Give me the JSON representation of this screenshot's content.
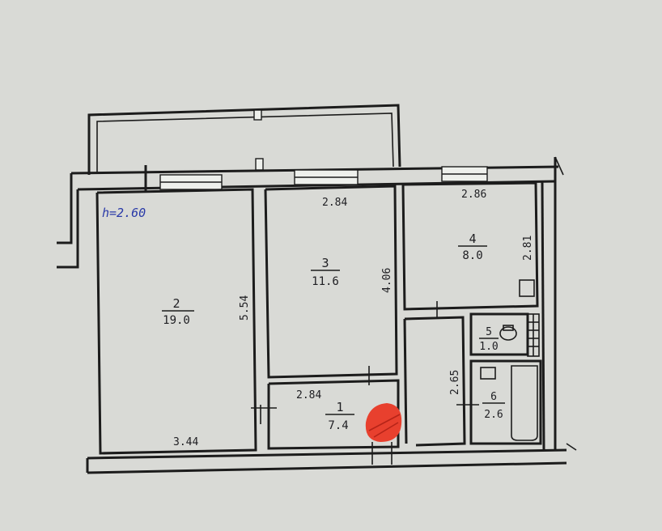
{
  "ceiling_height": "h=2.60",
  "rooms": [
    {
      "number": "2",
      "area": "19.0"
    },
    {
      "number": "3",
      "area": "11.6"
    },
    {
      "number": "4",
      "area": "8.0"
    },
    {
      "number": "5",
      "area": "1.0"
    },
    {
      "number": "6",
      "area": "2.6"
    },
    {
      "number": "1",
      "area": "7.4"
    }
  ],
  "dimensions": {
    "room3_width": "2.84",
    "room4_width": "2.86",
    "room4_depth": "2.81",
    "room3_depth": "4.06",
    "room2_depth": "5.54",
    "room2_width": "3.44",
    "hall_width": "2.84",
    "corridor_length": "2.65"
  },
  "colors": {
    "paper": "#d9dad6",
    "ink": "#1c1c1c",
    "pen_blue": "#2a3aa8",
    "marker_red": "#e8402e"
  }
}
